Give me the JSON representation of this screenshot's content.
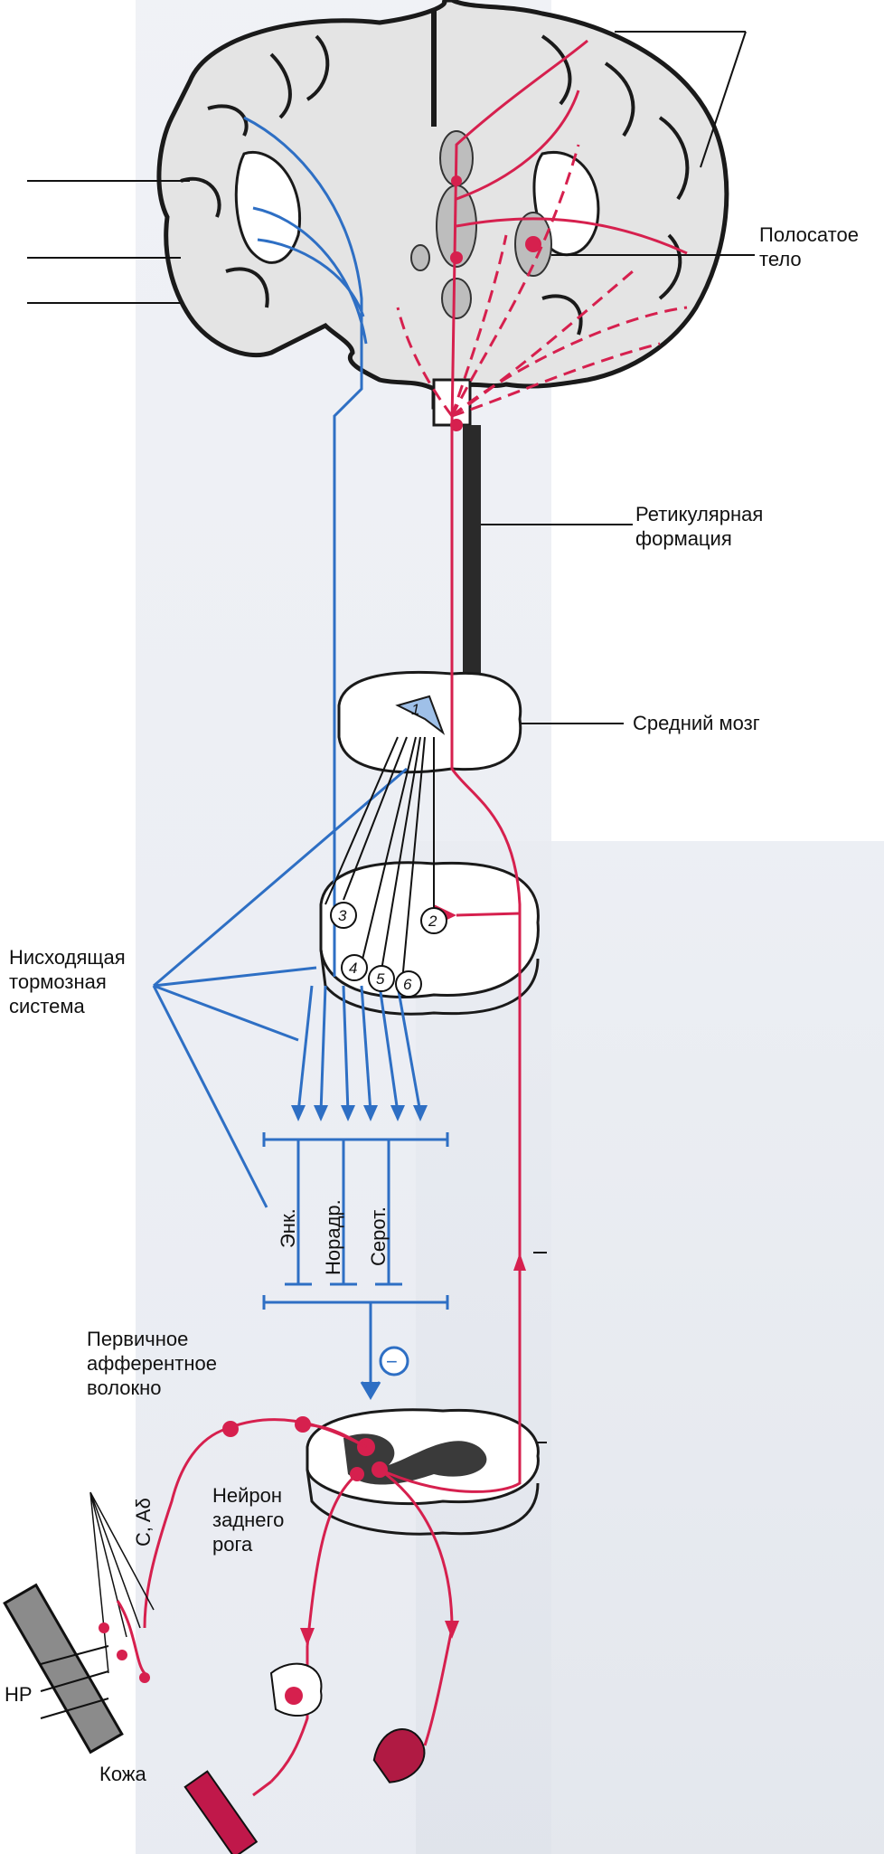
{
  "labels": {
    "striatum": "Полосатое\nтело",
    "reticular": "Ретикулярная\nформация",
    "midbrain": "Средний мозг",
    "descending": "Нисходящая\nтормозная\nсистема",
    "afferent": "Первичное\nафферентное\nволокно",
    "horn_neuron": "Нейрон\nзаднего\nрога",
    "fibers": "C, Aδ",
    "receptor": "НР",
    "skin": "Кожа",
    "enk": "Энк.",
    "noradr": "Норадр.",
    "serot": "Серот.",
    "minus": "−"
  },
  "nuclei": [
    "1",
    "2",
    "3",
    "4",
    "5",
    "6"
  ],
  "colors": {
    "ascending": "#d6204e",
    "descending": "#2e6fc4",
    "brain_tissue": "#e4e4e4",
    "outline": "#1a1a1a"
  }
}
